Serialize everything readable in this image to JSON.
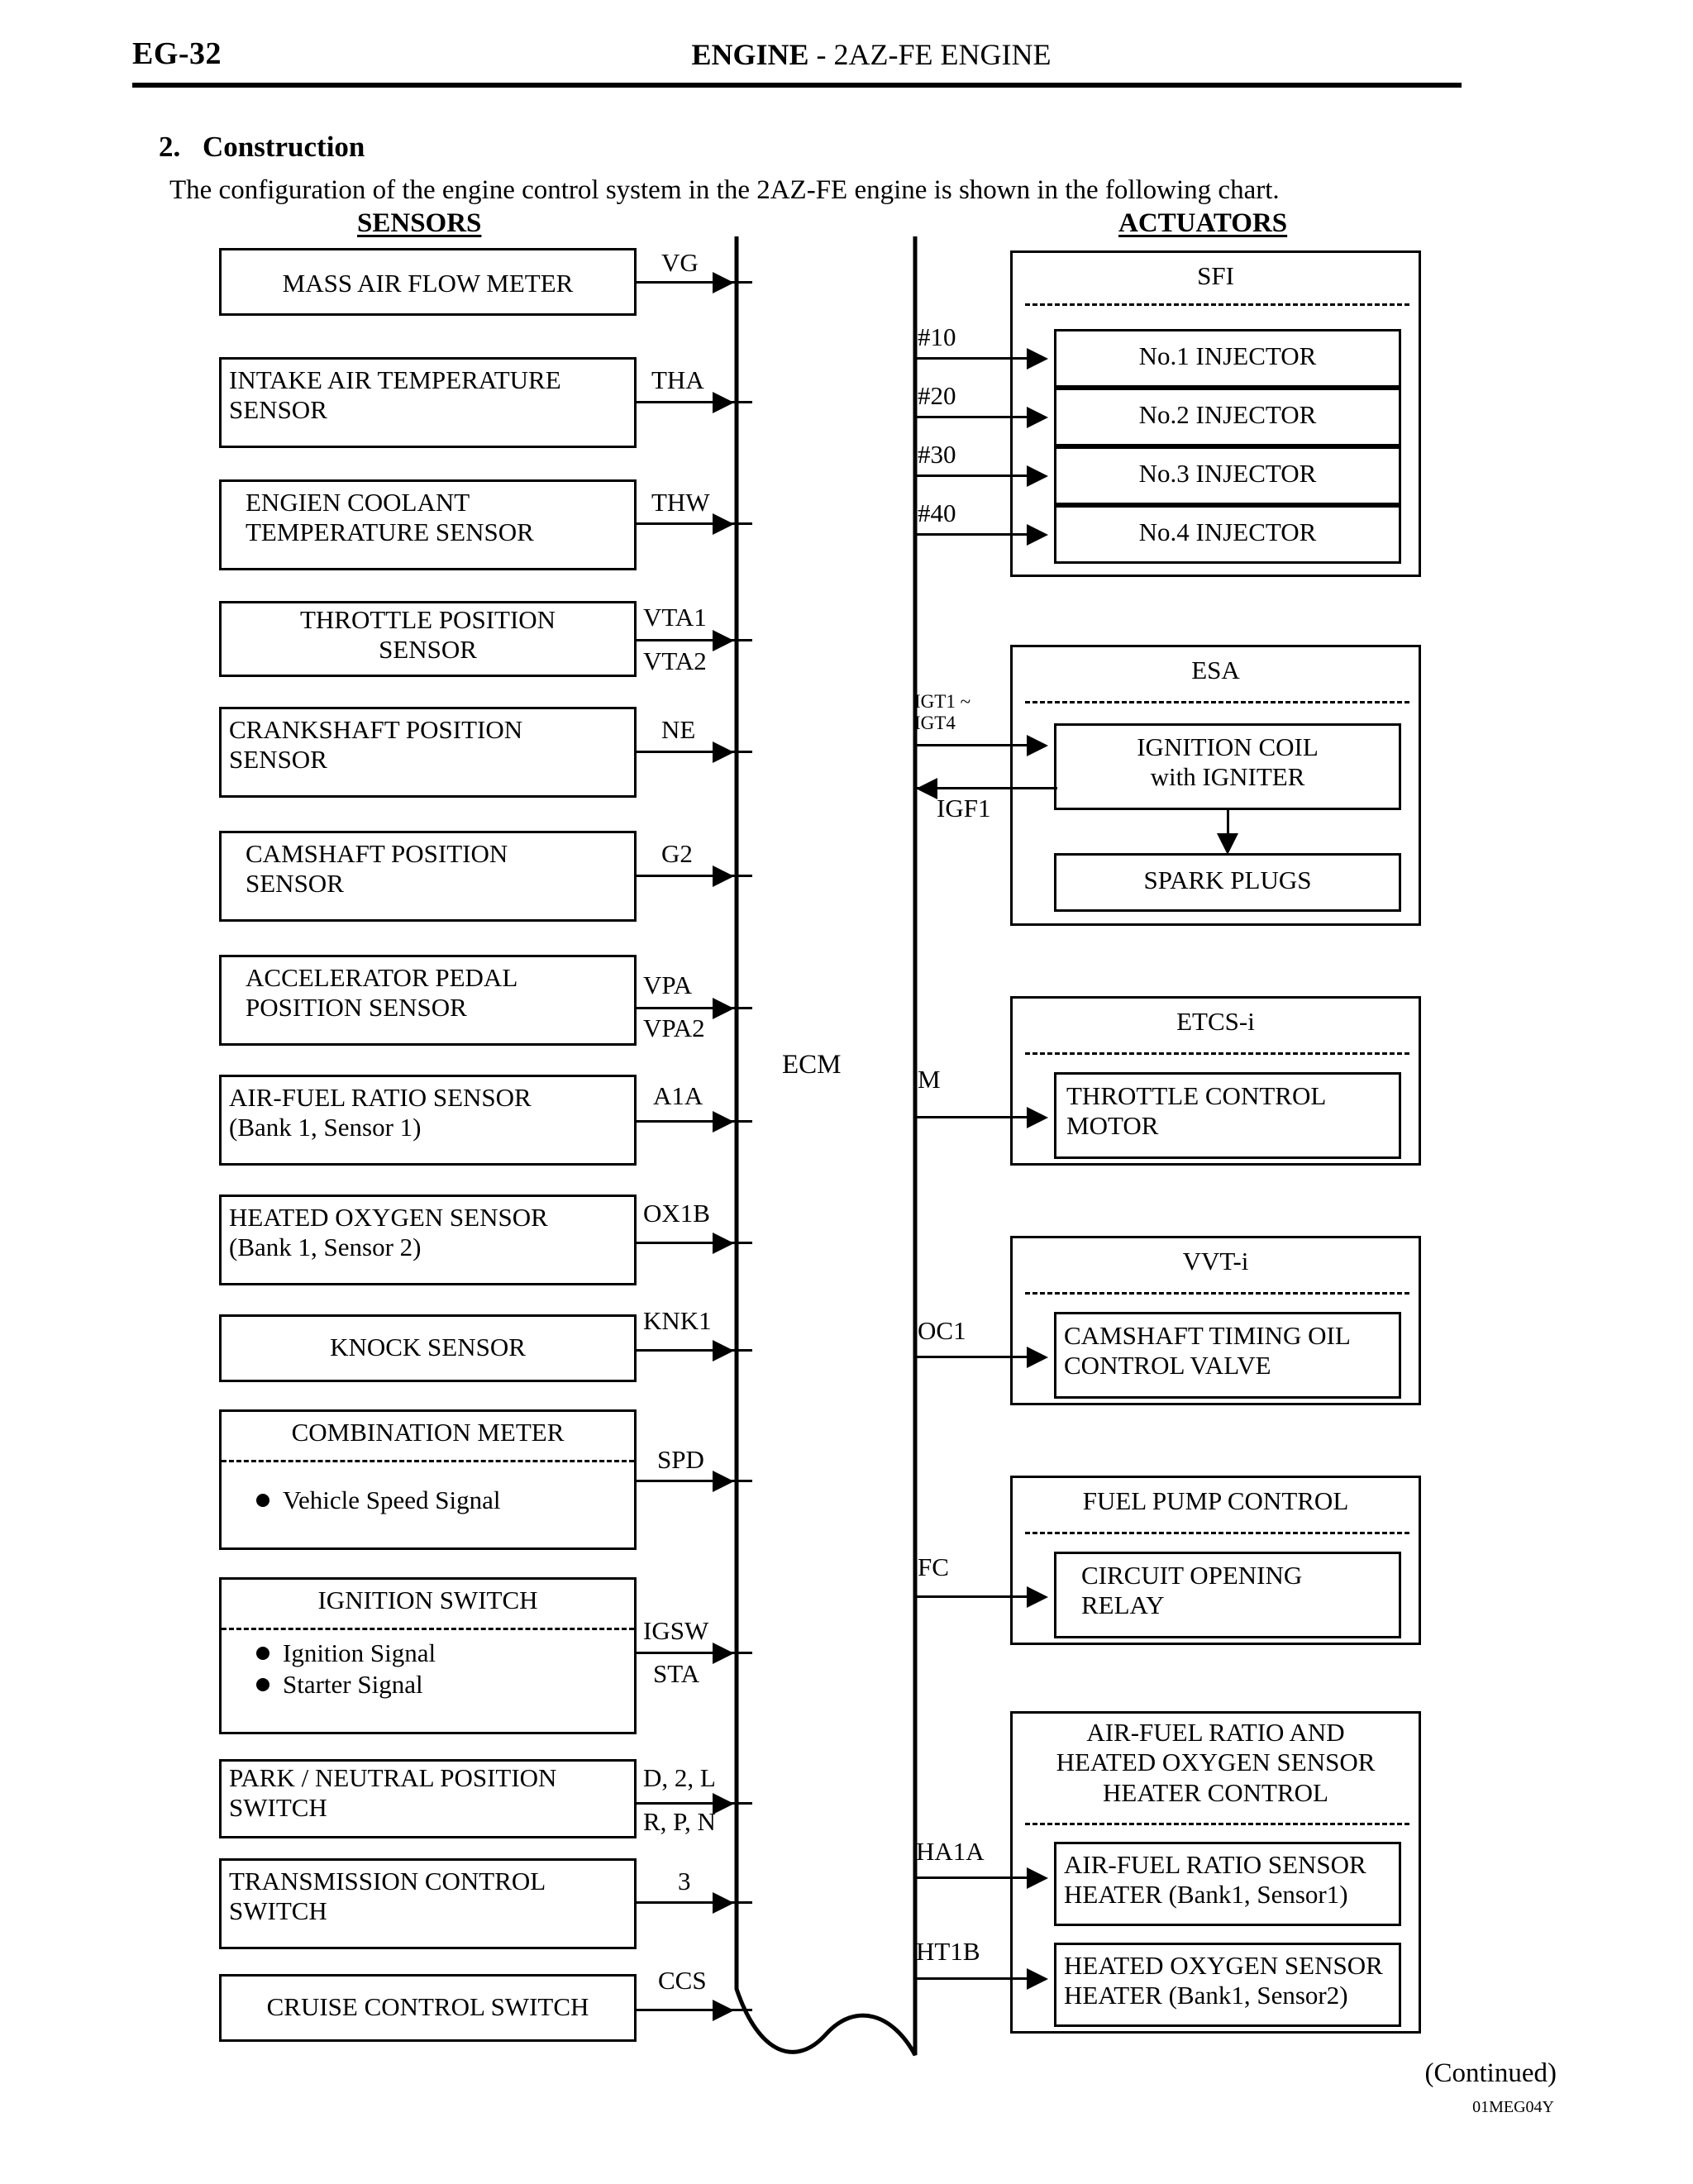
{
  "header": {
    "page_number": "EG-32",
    "title_bold": "ENGINE",
    "title_rest": " - 2AZ-FE ENGINE"
  },
  "section": {
    "number": "2.",
    "title": "Construction",
    "description": "The configuration of the engine control system in the 2AZ-FE engine is shown in the following chart."
  },
  "columns": {
    "sensors_heading": "SENSORS",
    "actuators_heading": "ACTUATORS"
  },
  "ecm": {
    "label": "ECM"
  },
  "sensors": [
    {
      "label": "MASS AIR FLOW METER",
      "signal": "VG"
    },
    {
      "label": "INTAKE AIR TEMPERATURE\nSENSOR",
      "signal": "THA"
    },
    {
      "label": "ENGIEN COOLANT\nTEMPERATURE SENSOR",
      "signal": "THW"
    },
    {
      "label": "THROTTLE POSITION\nSENSOR",
      "signal": "VTA1",
      "signal2": "VTA2"
    },
    {
      "label": "CRANKSHAFT POSITION\nSENSOR",
      "signal": "NE"
    },
    {
      "label": "CAMSHAFT POSITION\nSENSOR",
      "signal": "G2"
    },
    {
      "label": "ACCELERATOR PEDAL\nPOSITION SENSOR",
      "signal": "VPA",
      "signal2": "VPA2"
    },
    {
      "label": "AIR-FUEL RATIO SENSOR\n(Bank 1, Sensor 1)",
      "signal": "A1A"
    },
    {
      "label": "HEATED OXYGEN SENSOR\n(Bank 1, Sensor 2)",
      "signal": "OX1B"
    },
    {
      "label": "KNOCK SENSOR",
      "signal": "KNK1"
    },
    {
      "label": "COMBINATION METER",
      "signal": "SPD",
      "items": [
        "Vehicle Speed Signal"
      ]
    },
    {
      "label": "IGNITION SWITCH",
      "signal": "IGSW",
      "signal2": "STA",
      "items": [
        "Ignition Signal",
        "Starter Signal"
      ]
    },
    {
      "label": "PARK / NEUTRAL POSITION\nSWITCH",
      "signal": "D, 2, L",
      "signal2": "R, P, N"
    },
    {
      "label": "TRANSMISSION CONTROL\nSWITCH",
      "signal": "3"
    },
    {
      "label": "CRUISE CONTROL SWITCH",
      "signal": "CCS"
    }
  ],
  "actuator_groups": [
    {
      "title": "SFI",
      "signals": [
        "#10",
        "#20",
        "#30",
        "#40"
      ],
      "items": [
        "No.1 INJECTOR",
        "No.2 INJECTOR",
        "No.3 INJECTOR",
        "No.4 INJECTOR"
      ]
    },
    {
      "title": "ESA",
      "signal_in": "IGT1 ~\nIGT4",
      "signal_out": "IGF1",
      "items": [
        "IGNITION COIL\nwith IGNITER",
        "SPARK PLUGS"
      ]
    },
    {
      "title": "ETCS-i",
      "signals": [
        "M"
      ],
      "items": [
        "THROTTLE CONTROL\nMOTOR"
      ]
    },
    {
      "title": "VVT-i",
      "signals": [
        "OC1"
      ],
      "items": [
        "CAMSHAFT TIMING OIL\nCONTROL VALVE"
      ]
    },
    {
      "title": "FUEL PUMP CONTROL",
      "signals": [
        "FC"
      ],
      "items": [
        "CIRCUIT OPENING\nRELAY"
      ]
    },
    {
      "title": "AIR-FUEL RATIO AND\nHEATED OXYGEN SENSOR\nHEATER CONTROL",
      "signals": [
        "HA1A",
        "HT1B"
      ],
      "items": [
        "AIR-FUEL RATIO SENSOR\nHEATER (Bank1, Sensor1)",
        "HEATED OXYGEN SENSOR\nHEATER (Bank1, Sensor2)"
      ]
    }
  ],
  "footer": {
    "continued": "(Continued)",
    "figure_code": "01MEG04Y"
  }
}
